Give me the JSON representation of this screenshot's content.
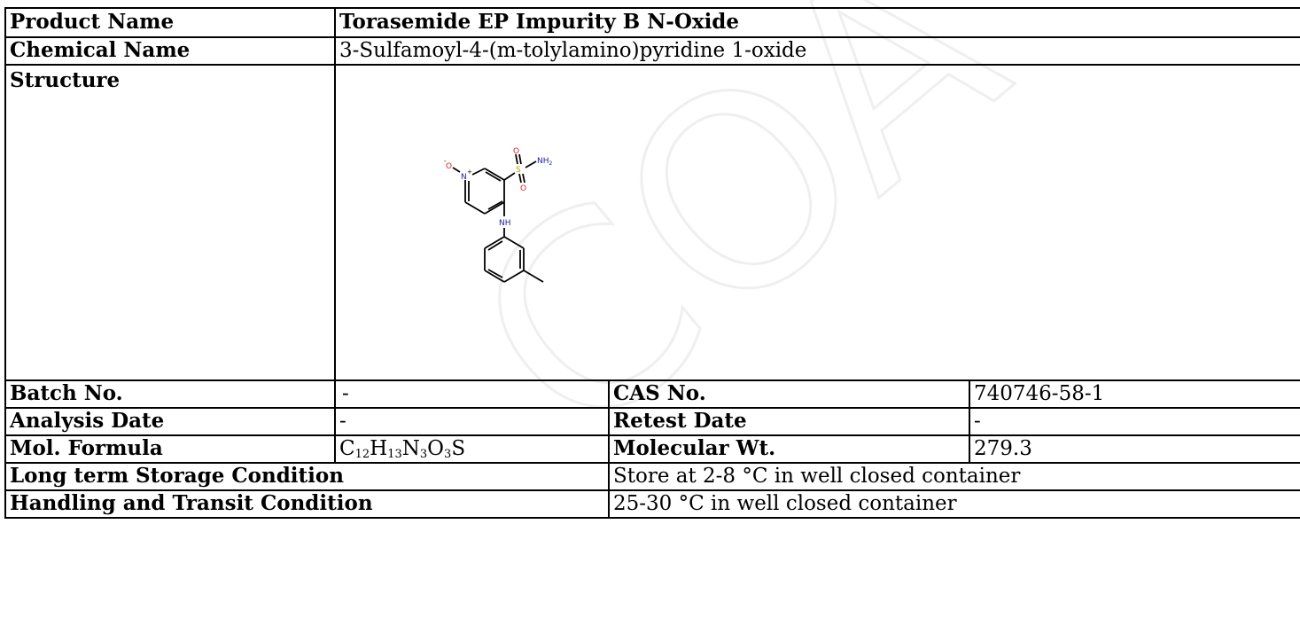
{
  "rows": {
    "product_name": {
      "label": "Product Name",
      "value": "Torasemide EP Impurity B N-Oxide"
    },
    "chemical_name": {
      "label": "Chemical Name",
      "value": "3-Sulfamoyl-4-(m-tolylamino)pyridine 1-oxide"
    },
    "structure": {
      "label": "Structure"
    },
    "batch_no": {
      "label": "Batch No.",
      "value": "-"
    },
    "cas_no": {
      "label": "CAS No.",
      "value": "740746-58-1"
    },
    "analysis_date": {
      "label": "Analysis Date",
      "value": "-"
    },
    "retest_date": {
      "label": "Retest Date",
      "value": "-"
    },
    "mol_formula": {
      "label": "Mol. Formula",
      "parts": [
        "C",
        "12",
        "H",
        "13",
        "N",
        "3",
        "O",
        "3",
        "S"
      ]
    },
    "molecular_wt": {
      "label": "Molecular Wt.",
      "value": "279.3"
    },
    "long_term_storage": {
      "label": "Long term Storage Condition",
      "value": "Store at 2-8 °C in well closed container"
    },
    "handling_transit": {
      "label": "Handling and Transit Condition",
      "value": "25-30 °C in well closed container"
    }
  },
  "structure_atoms": {
    "o_minus": "O",
    "o_minus_charge": "-",
    "n_plus": "N",
    "n_plus_charge": "+",
    "s": "S",
    "o_top": "O",
    "o_bottom": "O",
    "nh2": "NH",
    "nh2_sub": "2",
    "nh": "NH"
  },
  "watermark_text": "COA",
  "colors": {
    "atom_n": "#2020a0",
    "atom_o": "#e02020",
    "atom_s": "#b0a000",
    "watermark": "#f2f2f2"
  }
}
